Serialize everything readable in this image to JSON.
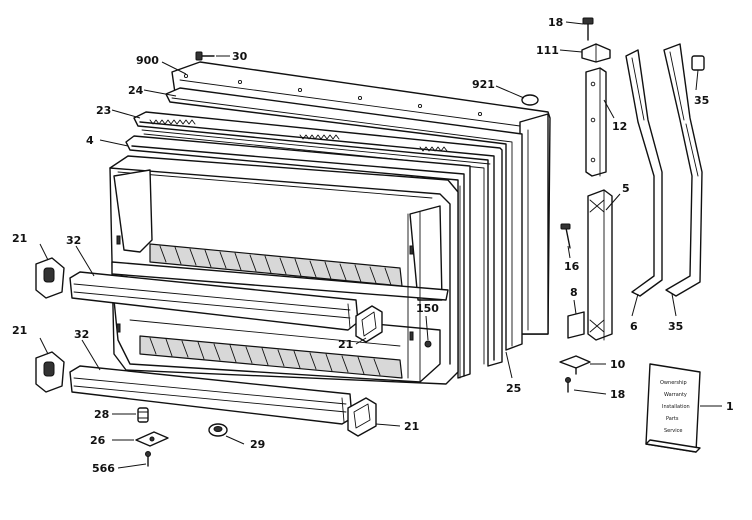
{
  "labels": {
    "l18a": "18",
    "l111": "111",
    "l900": "900",
    "l30": "30",
    "l921": "921",
    "l35a": "35",
    "l24": "24",
    "l12": "12",
    "l23": "23",
    "l4": "4",
    "l5": "5",
    "l21a": "21",
    "l32a": "32",
    "l16": "16",
    "l8": "8",
    "l150": "150",
    "l21b": "21",
    "l21c": "21",
    "l32b": "32",
    "l6": "6",
    "l35b": "35",
    "l10": "10",
    "l25": "25",
    "l18b": "18",
    "l1": "1",
    "l28": "28",
    "l21d": "21",
    "l26": "26",
    "l29": "29",
    "l566": "566"
  },
  "booklet_lines": [
    "Ownership",
    "Warranty",
    "Installation",
    "Parts",
    "Service"
  ]
}
